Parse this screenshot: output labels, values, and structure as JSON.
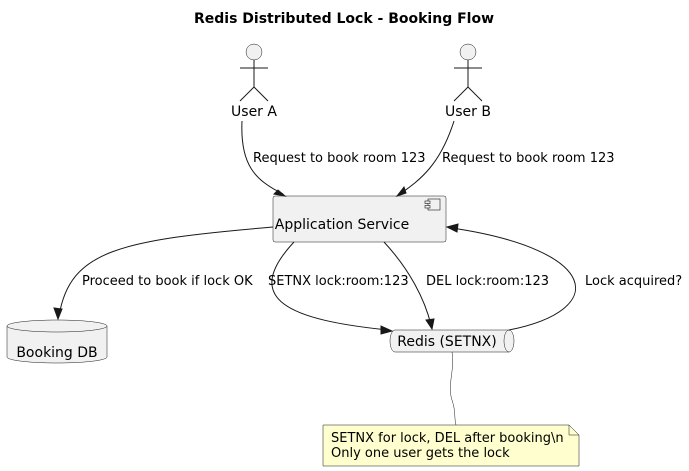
{
  "title": "Redis Distributed Lock - Booking Flow",
  "actors": {
    "user_a": "User A",
    "user_b": "User B"
  },
  "nodes": {
    "app_service": "Application Service",
    "booking_db": "Booking DB",
    "redis": "Redis (SETNX)"
  },
  "edges": {
    "user_a_request": "Request to book room 123",
    "user_b_request": "Request to book room 123",
    "proceed_book": "Proceed to book if lock OK",
    "setnx": "SETNX lock:room:123",
    "del": "DEL lock:room:123",
    "lock_acquired": "Lock acquired?"
  },
  "note": {
    "line1": "SETNX for lock, DEL after booking\\n",
    "line2": "Only one user gets the lock",
    "color": "#fefece"
  }
}
